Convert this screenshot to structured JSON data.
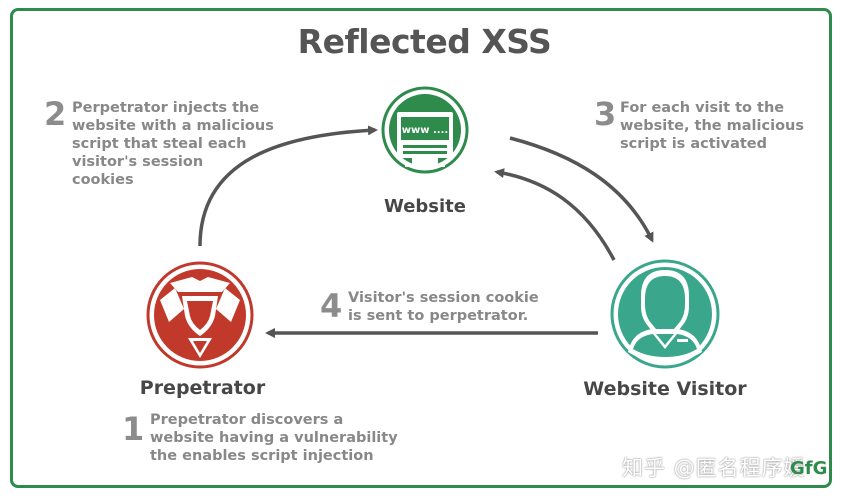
{
  "title": "Reflected XSS",
  "nodes": {
    "website": {
      "label": "Website",
      "screen_text": "www ...."
    },
    "visitor": {
      "label": "Website Visitor"
    },
    "perpetrator": {
      "label": "Prepetrator"
    }
  },
  "steps": [
    {
      "number": "1",
      "text": "Prepetrator discovers a\nwebsite having a vulnerability\nthe enables script injection"
    },
    {
      "number": "2",
      "text": "Perpetrator injects the\nwebsite with a malicious\nscript that steal each\nvisitor's session\ncookies"
    },
    {
      "number": "3",
      "text": "For each visit to the\nwebsite, the malicious\nscript is activated"
    },
    {
      "number": "4",
      "text": "Visitor's session cookie\nis sent to perpetrator."
    }
  ],
  "watermark": "知乎 @匿名程序媛",
  "logo": "GfG",
  "colors": {
    "frame": "#2e8b4c",
    "website": "#2e8b4c",
    "visitor": "#3aa68c",
    "perpetrator": "#c0392b",
    "arrow": "#555555",
    "text": "#888888"
  }
}
